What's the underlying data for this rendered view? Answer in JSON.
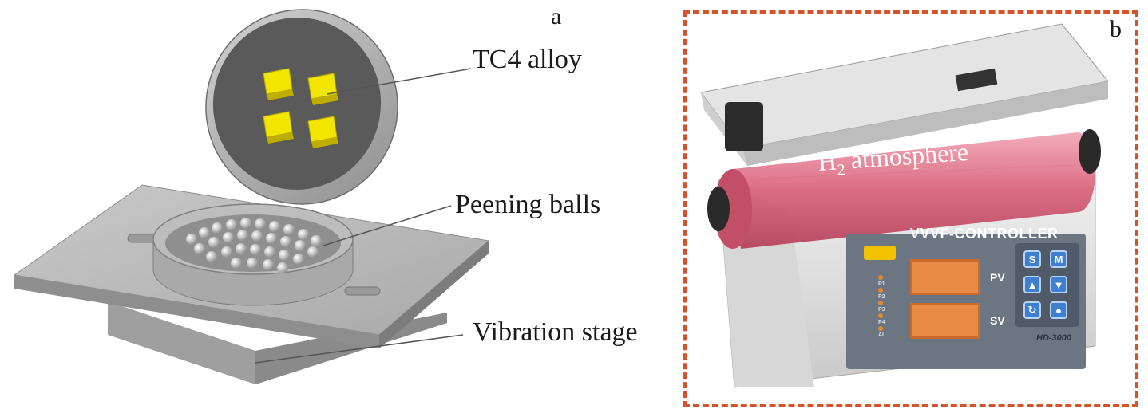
{
  "panel_a": {
    "letter": "a",
    "labels": {
      "alloy": "TC4 alloy",
      "balls": "Peening balls",
      "stage": "Vibration stage"
    }
  },
  "panel_b": {
    "letter": "b",
    "atmosphere": {
      "main": "H",
      "sub": "2",
      "rest": " atmosphere"
    },
    "controller": {
      "title": "VVVF-CONTROLLER",
      "pv_label": "PV",
      "sv_label": "SV",
      "leds": [
        "P1",
        "P2",
        "P3",
        "P4",
        "AL"
      ],
      "keys": {
        "s": "S",
        "m": "M",
        "up": "▲",
        "down": "▼",
        "cycle": "↻",
        "stop": "●"
      },
      "model": "HD-3000"
    }
  },
  "colors": {
    "frame": "#d4532a",
    "specimen": "#f2e600",
    "tube": "#d9617a",
    "display": "#e98b46",
    "key": "#3e7fd0"
  }
}
